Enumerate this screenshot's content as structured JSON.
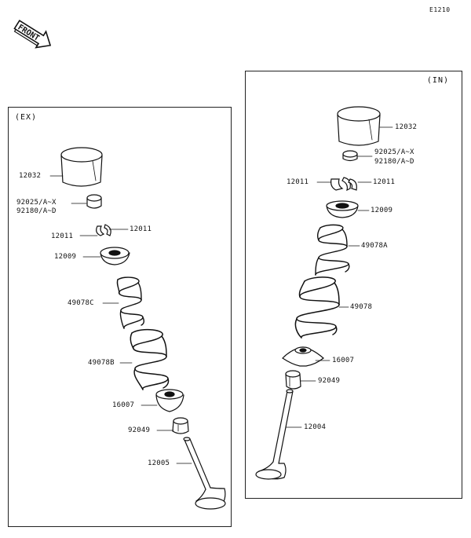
{
  "page_id": "E1210",
  "logo_text": "FRONT",
  "exhaust": {
    "tag": "(EX)",
    "labels": {
      "tappet": "12032",
      "shim_a": "92025/A~X",
      "shim_b": "92180/A~D",
      "cotter_r": "12011",
      "cotter_l": "12011",
      "retainer": "12009",
      "spring_inner": "49078C",
      "spring_outer": "49078B",
      "seat": "16007",
      "seal": "92049",
      "valve": "12005"
    }
  },
  "intake": {
    "tag": "(IN)",
    "labels": {
      "tappet": "12032",
      "shim_a": "92025/A~X",
      "shim_b": "92180/A~D",
      "cotter_l": "12011",
      "cotter_r": "12011",
      "retainer": "12009",
      "spring_inner": "49078A",
      "spring_outer": "49078",
      "seat": "16007",
      "seal": "92049",
      "valve": "12004"
    }
  }
}
